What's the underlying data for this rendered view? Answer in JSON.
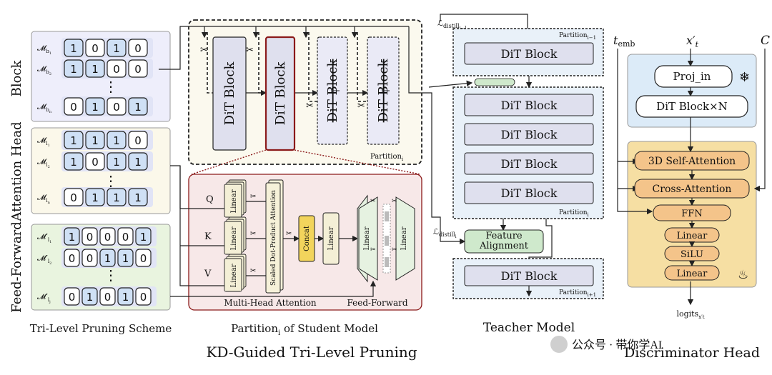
{
  "left": {
    "section_labels": {
      "block": "Block",
      "attention_head": "Attention Head",
      "feed_forward": "Feed-Forward"
    },
    "block_rows": [
      {
        "label": "M_b1",
        "bits": [
          "1",
          "0",
          "1",
          "0"
        ]
      },
      {
        "label": "M_b2",
        "bits": [
          "1",
          "1",
          "0",
          "0"
        ]
      },
      {
        "label": "M_bn",
        "bits": [
          "0",
          "1",
          "0",
          "1"
        ]
      }
    ],
    "head_rows": [
      {
        "label": "M_l1",
        "bits": [
          "1",
          "1",
          "1",
          "0"
        ]
      },
      {
        "label": "M_l2",
        "bits": [
          "1",
          "0",
          "1",
          "1"
        ]
      },
      {
        "label": "M_ln",
        "bits": [
          "0",
          "1",
          "1",
          "1"
        ]
      }
    ],
    "ff_rows": [
      {
        "label": "M'_l1",
        "bits": [
          "1",
          "0",
          "0",
          "0",
          "1"
        ]
      },
      {
        "label": "M'_l2",
        "bits": [
          "0",
          "0",
          "1",
          "1",
          "0"
        ]
      },
      {
        "label": "M'_lj",
        "bits": [
          "0",
          "1",
          "0",
          "1",
          "0"
        ]
      }
    ],
    "ellipsis": "⋮",
    "caption": "Tri-Level Pruning Scheme"
  },
  "student": {
    "blocks": [
      "DiT Block",
      "DiT Block",
      "DiT Block",
      "DiT Block"
    ],
    "partition_label": "Partition",
    "partition_sub": "i",
    "qkv": [
      "Q",
      "K",
      "V"
    ],
    "linear": "Linear",
    "sdpa": "Scaled Dot-Product Attention",
    "concat": "Concat",
    "mha_label": "Multi-Head Attention",
    "ff_label": "Feed-Forward",
    "caption_main": "Partition",
    "caption_sub": "i",
    "caption_rest": " of Student Model"
  },
  "teacher": {
    "loss_top": "L_distill_{i-1}",
    "loss_mid": "L_distill_i",
    "partition_prev": "Partition_{i-1}",
    "partition_cur": "Partition_i",
    "partition_next": "Partition_{i+1}",
    "block_top": "DiT Block",
    "blocks_mid": [
      "DiT Block",
      "DiT Block",
      "DiT Block",
      "DiT Block"
    ],
    "block_bottom": "DiT Block",
    "feature_alignment": "Feature Alignment",
    "caption": "Teacher Model"
  },
  "discriminator": {
    "inputs": {
      "t_emb": "t_emb",
      "x": "x'_t",
      "c": "C"
    },
    "proj_in": "Proj_in",
    "dit_block_n": "DiT Block×N",
    "layers": [
      "3D Self-Attention",
      "Cross-Attention",
      "FFN",
      "Linear",
      "SiLU",
      "Linear"
    ],
    "output": "logits_{x'_t}",
    "caption": "Discriminator Head"
  },
  "footer": {
    "main_caption": "KD-Guided Tri-Level Pruning",
    "watermark": "公众号 · 带你学AI"
  },
  "colors": {
    "block_bg": "#eeeefb",
    "head_bg": "#fbf8ea",
    "ff_bg": "#e9f4df",
    "bit_blue": "#cfe0f5",
    "student_bg": "#fbf9ee",
    "attn_bg": "#f7e8e8",
    "dit_fill": "#dfe0ee",
    "teacher_bg": "#e9f1f9",
    "green_pill": "#cfe9cc",
    "disc_top": "#dcebf8",
    "disc_bottom": "#f6dfa3",
    "orange_layer": "#f4c48a",
    "red_border": "#8b1a1a"
  }
}
